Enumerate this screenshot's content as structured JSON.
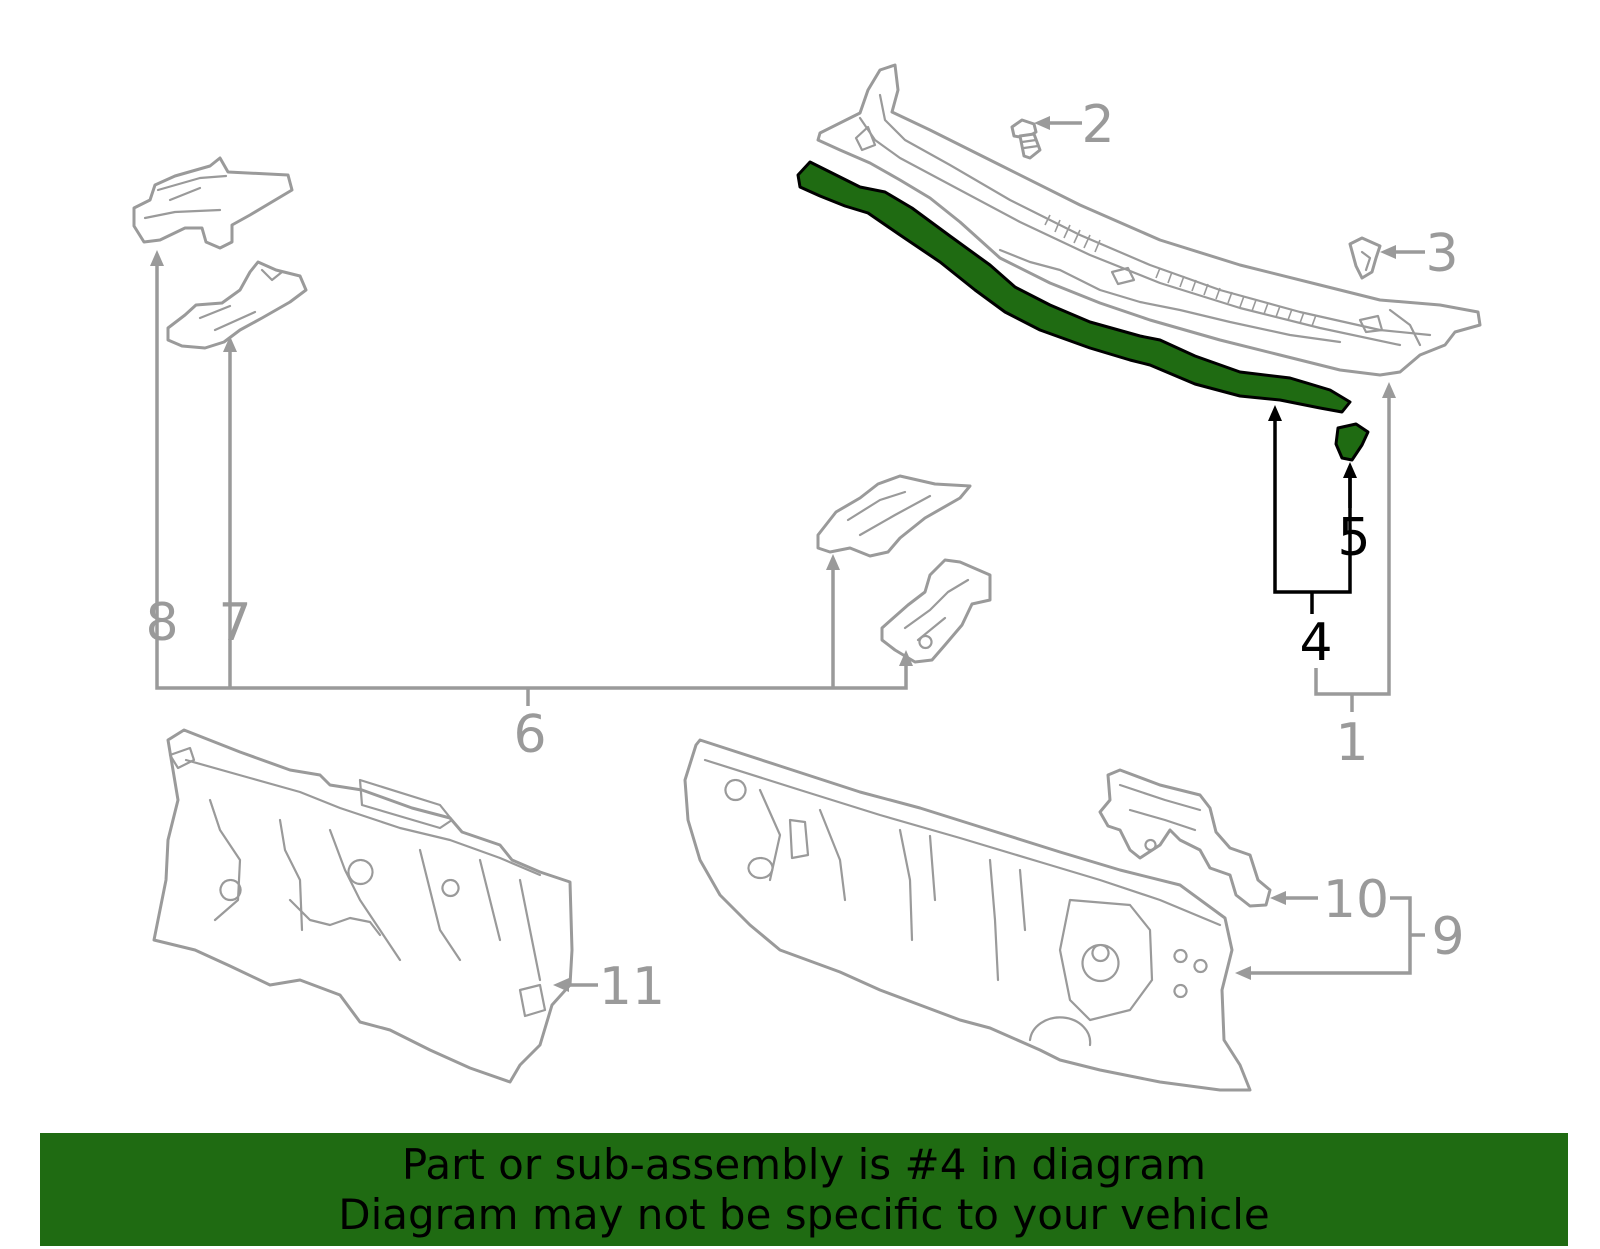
{
  "colors": {
    "highlight": "#1f6b12",
    "linework": "#9a9a9a",
    "highlight_line": "#000000",
    "banner": "#1f6b12"
  },
  "highlighted_part": "4",
  "callouts": [
    {
      "id": "c1",
      "label": "1"
    },
    {
      "id": "c2",
      "label": "2"
    },
    {
      "id": "c3",
      "label": "3"
    },
    {
      "id": "c4",
      "label": "4"
    },
    {
      "id": "c5",
      "label": "5"
    },
    {
      "id": "c6",
      "label": "6"
    },
    {
      "id": "c7",
      "label": "7"
    },
    {
      "id": "c8",
      "label": "8"
    },
    {
      "id": "c9",
      "label": "9"
    },
    {
      "id": "c10",
      "label": "10"
    },
    {
      "id": "c11",
      "label": "11"
    }
  ],
  "banner": {
    "line1": "Part or sub-assembly is #4 in diagram",
    "line2": "Diagram may not be specific to your vehicle"
  }
}
